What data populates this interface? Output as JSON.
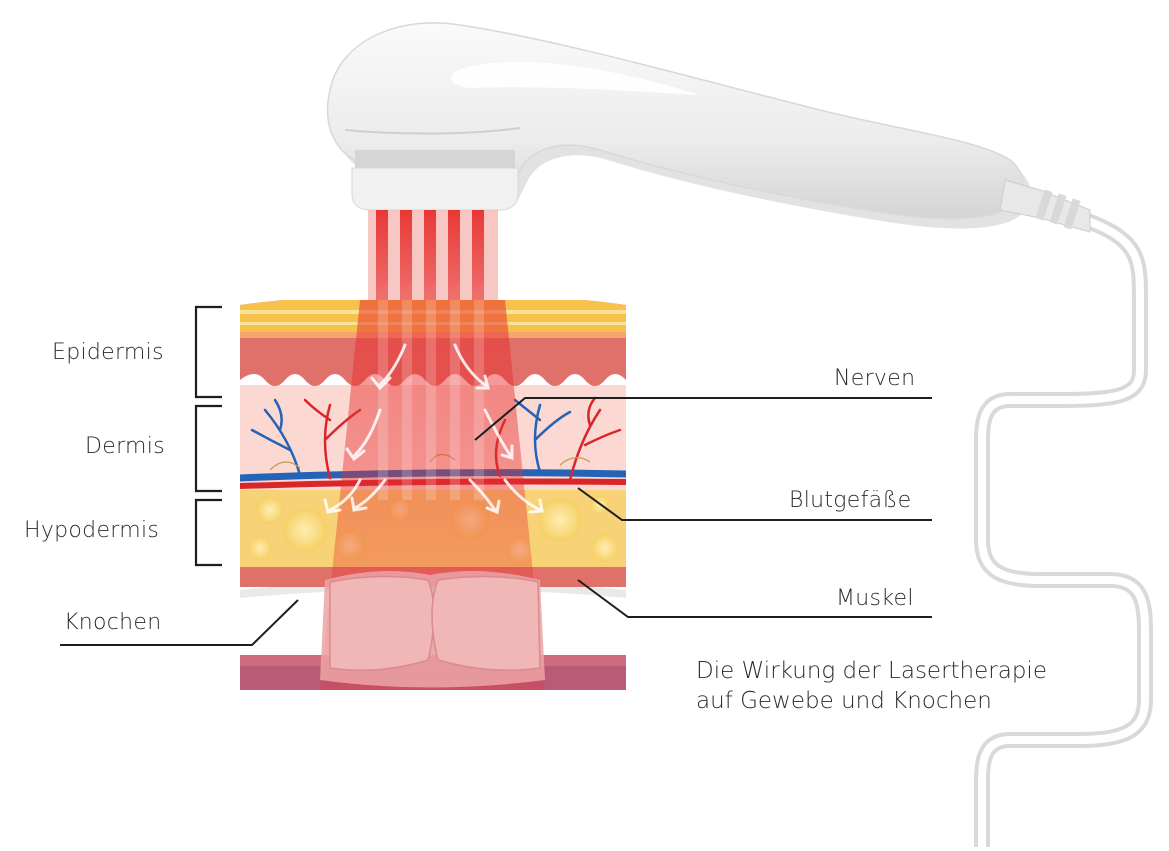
{
  "labels": {
    "epidermis": "Epidermis",
    "dermis": "Dermis",
    "hypodermis": "Hypodermis",
    "knochen": "Knochen",
    "nerven": "Nerven",
    "blutgefaesse": "Blutgefäße",
    "muskel": "Muskel"
  },
  "caption": {
    "line1": "Die Wirkung der Lasertherapie",
    "line2": "auf Gewebe und Knochen"
  },
  "colors": {
    "laser": "#e8302f",
    "device": "#eeeeee",
    "epidermis_top": "#f6c24c",
    "epidermis": "#e0706a",
    "dermis": "#fbd6d0",
    "fat": "#f7cf63",
    "muscle": "#e0706a",
    "bone": "#ffffff",
    "vein": "#2463b5",
    "artery": "#d8262a"
  }
}
